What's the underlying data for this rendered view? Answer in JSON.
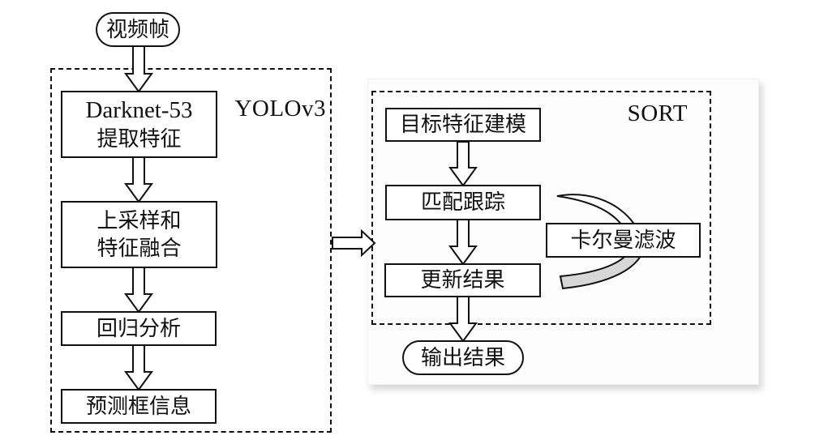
{
  "palette": {
    "ink": "#111111",
    "background": "#ffffff",
    "panel_background": "#fcfcfc",
    "loop_arrow_fill": "#d7d7d7"
  },
  "flowchart": {
    "start": {
      "label": "视频帧"
    },
    "yolov3": {
      "label": "YOLOv3",
      "steps": [
        {
          "line1": "Darknet-53",
          "line2": "提取特征"
        },
        {
          "line1": "上采样和",
          "line2": "特征融合"
        },
        {
          "line1": "回归分析"
        },
        {
          "line1": "预测框信息"
        }
      ]
    },
    "sort": {
      "label": "SORT",
      "steps": [
        {
          "label": "目标特征建模"
        },
        {
          "label": "匹配跟踪"
        },
        {
          "label": "更新结果"
        }
      ],
      "feedback": {
        "label": "卡尔曼滤波"
      }
    },
    "end": {
      "label": "输出结果"
    }
  }
}
